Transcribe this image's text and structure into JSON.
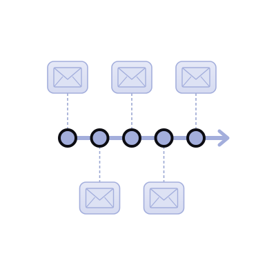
{
  "diagram": {
    "type": "message-timeline",
    "direction": "left-to-right",
    "events": [
      {
        "placement": "above",
        "icon": "envelope-icon"
      },
      {
        "placement": "below",
        "icon": "envelope-icon"
      },
      {
        "placement": "above",
        "icon": "envelope-icon"
      },
      {
        "placement": "below",
        "icon": "envelope-icon"
      },
      {
        "placement": "above",
        "icon": "envelope-icon"
      }
    ],
    "end_marker": "arrow-right-icon",
    "colors": {
      "accent": "#a3aedc",
      "card_fill": "#dde2f4",
      "card_stroke": "#a3aedc",
      "node_fill": "#a3aedc",
      "node_ring": "#0c0c12",
      "connector": "#9aa6d2",
      "background": "#ffffff"
    }
  }
}
